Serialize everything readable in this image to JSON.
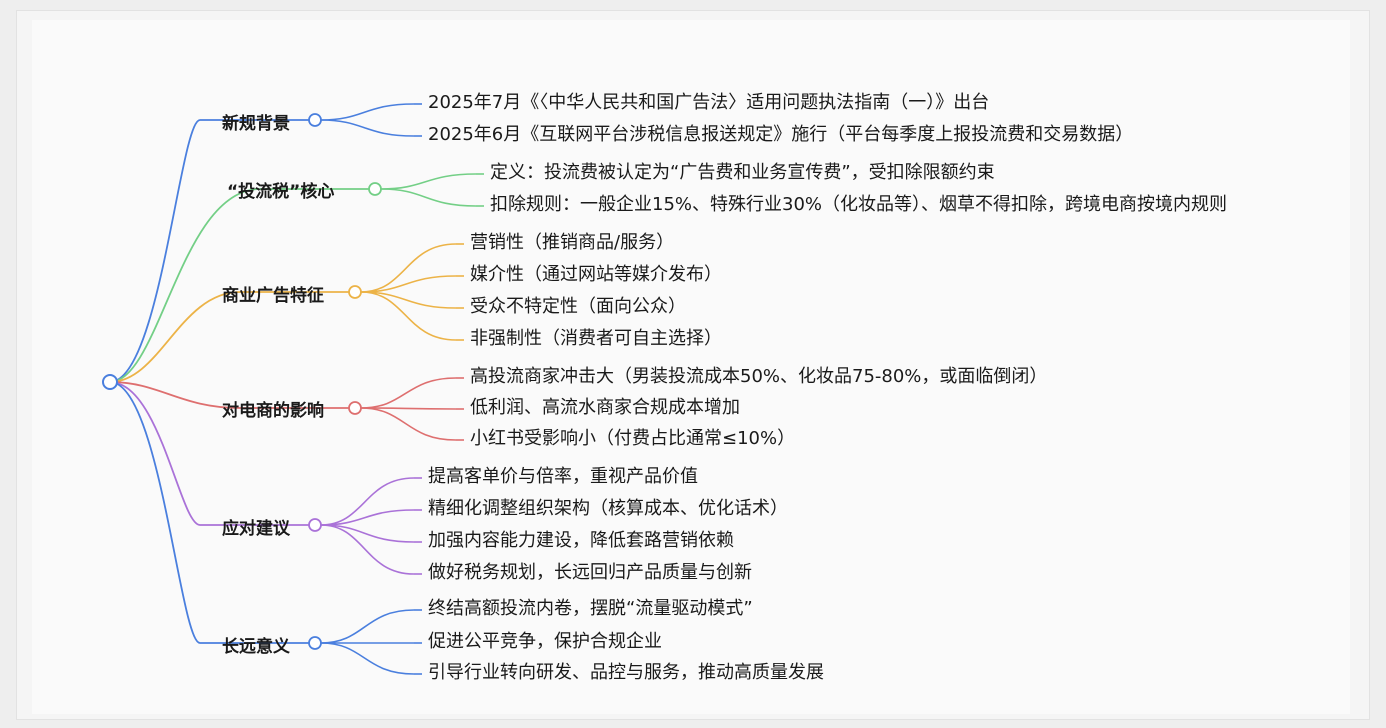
{
  "mindmap": {
    "branches": [
      {
        "label": "新规背景",
        "color": "#4a7fde",
        "leaves": [
          "2025年7月《〈中华人民共和国广告法〉适用问题执法指南（一）》出台",
          "2025年6月《互联网平台涉税信息报送规定》施行（平台每季度上报投流费和交易数据）"
        ]
      },
      {
        "label": "“投流税”核心",
        "color": "#73cf86",
        "leaves": [
          "定义：投流费被认定为“广告费和业务宣传费”，受扣除限额约束",
          "扣除规则：一般企业15%、特殊行业30%（化妆品等）、烟草不得扣除，跨境电商按境内规则"
        ]
      },
      {
        "label": "商业广告特征",
        "color": "#ecb347",
        "leaves": [
          "营销性（推销商品/服务）",
          "媒介性（通过网站等媒介发布）",
          "受众不特定性（面向公众）",
          "非强制性（消费者可自主选择）"
        ]
      },
      {
        "label": "对电商的影响",
        "color": "#de6f6f",
        "leaves": [
          "高投流商家冲击大（男装投流成本50%、化妆品75-80%，或面临倒闭）",
          "低利润、高流水商家合规成本增加",
          "小红书受影响小（付费占比通常≤10%）"
        ]
      },
      {
        "label": "应对建议",
        "color": "#aa72d8",
        "leaves": [
          "提高客单价与倍率，重视产品价值",
          "精细化调整组织架构（核算成本、优化话术）",
          "加强内容能力建设，降低套路营销依赖",
          "做好税务规划，长远回归产品质量与创新"
        ]
      },
      {
        "label": "长远意义",
        "color": "#4a7fde",
        "leaves": [
          "终结高额投流内卷，摆脱“流量驱动模式”",
          "促进公平竞争，保护合规企业",
          "引导行业转向研发、品控与服务，推动高质量发展"
        ]
      }
    ]
  }
}
